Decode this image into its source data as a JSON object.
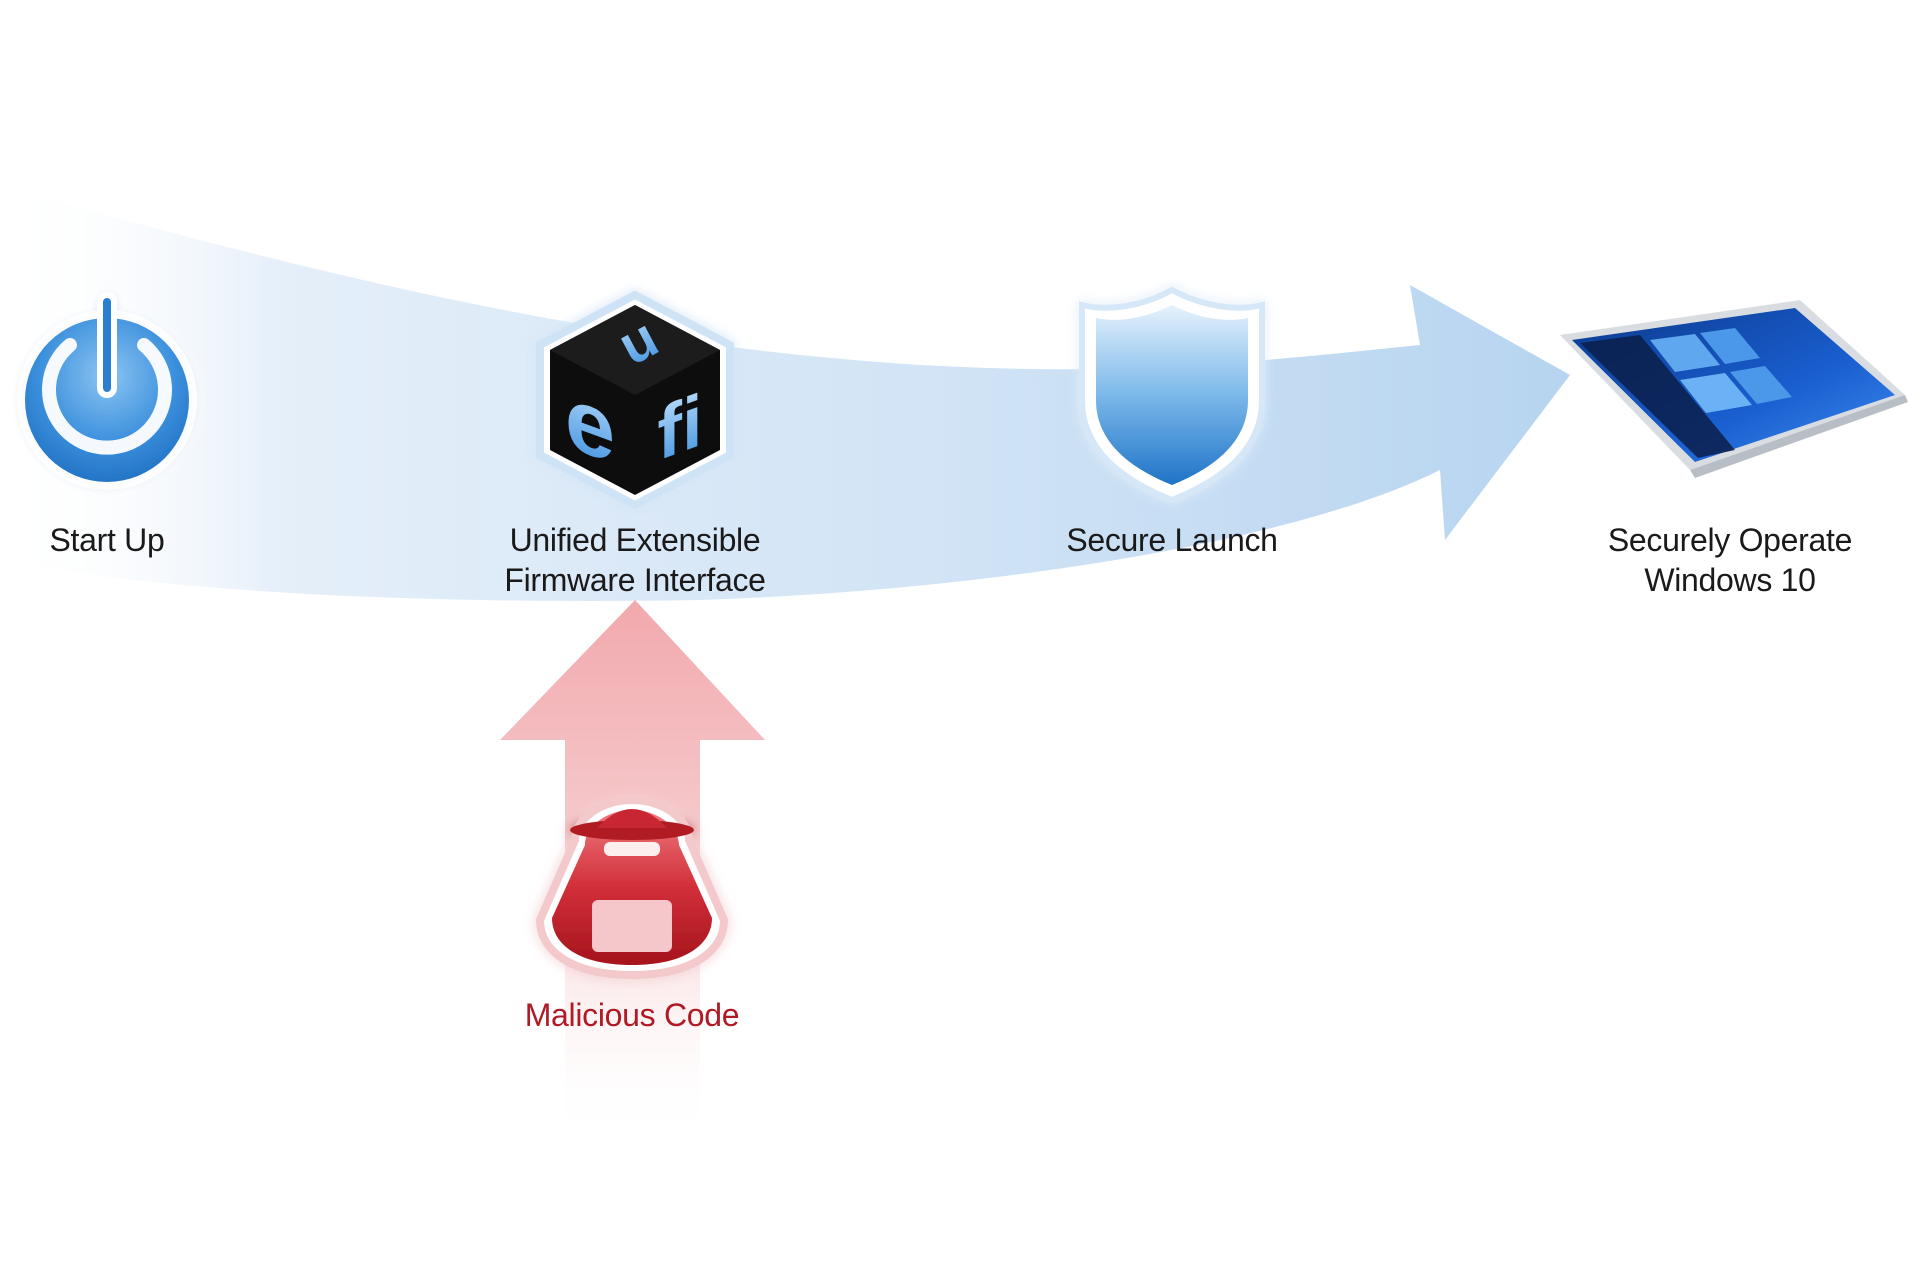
{
  "colors": {
    "flow_arrow": "#bcd8f2",
    "icon_blue": "#2f86d6",
    "threat_red": "#c01f2a",
    "threat_arrow": "#f2b5b8",
    "label_text": "#1a1a1a"
  },
  "steps": [
    {
      "icon": "power-icon",
      "label_lines": [
        "Start Up"
      ]
    },
    {
      "icon": "uefi-logo-icon",
      "label_lines": [
        "Unified Extensible",
        "Firmware Interface"
      ]
    },
    {
      "icon": "shield-icon",
      "label_lines": [
        "Secure Launch"
      ]
    },
    {
      "icon": "laptop-icon",
      "label_lines": [
        "Securely Operate",
        "Windows 10"
      ]
    }
  ],
  "threat": {
    "icon": "hacker-icon",
    "label": "Malicious Code"
  }
}
